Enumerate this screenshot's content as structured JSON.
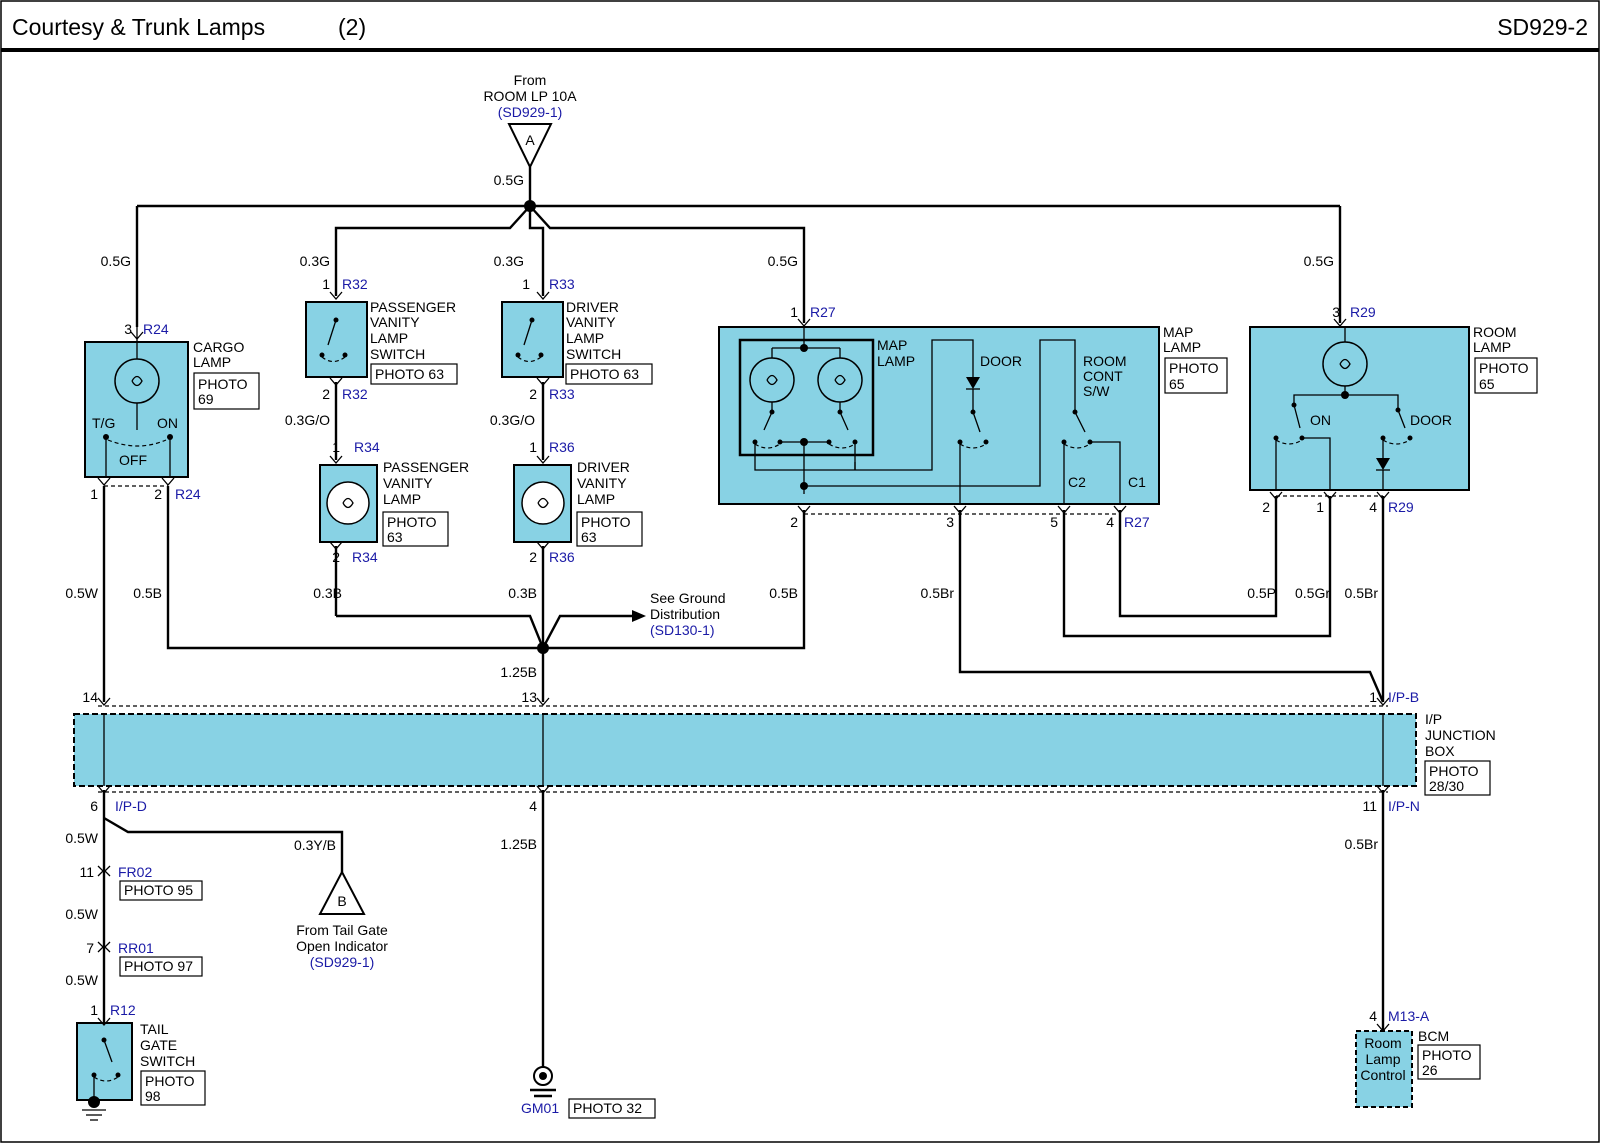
{
  "header": {
    "title": "Courtesy & Trunk Lamps",
    "page_number": "(2)",
    "code": "SD929-2"
  },
  "source_a": {
    "label": "A",
    "from_line1": "From",
    "from_line2": "ROOM LP 10A",
    "ref": "(SD929-1)",
    "wire": "0.5G"
  },
  "cargo_lamp": {
    "label_1": "CARGO",
    "label_2": "LAMP",
    "photo_1": "PHOTO",
    "photo_2": "69",
    "pin_top": "3",
    "conn": "R24",
    "pin_1": "1",
    "pin_2": "2",
    "conn_bottom": "R24",
    "sw_tg": "T/G",
    "sw_on": "ON",
    "sw_off": "OFF",
    "wire_top": "0.5G",
    "wire_1": "0.5W",
    "wire_2": "0.5B"
  },
  "pass_vanity_switch": {
    "label_1": "PASSENGER",
    "label_2": "VANITY",
    "label_3": "LAMP",
    "label_4": "SWITCH",
    "photo": "PHOTO 63",
    "pin_top": "1",
    "conn_top": "R32",
    "pin_bottom": "2",
    "conn_bottom": "R32",
    "wire_top": "0.3G",
    "wire_bottom": "0.3G/O"
  },
  "pass_vanity_lamp": {
    "label_1": "PASSENGER",
    "label_2": "VANITY",
    "label_3": "LAMP",
    "photo_1": "PHOTO",
    "photo_2": "63",
    "pin_top": "1",
    "conn_top": "R34",
    "pin_bottom": "2",
    "conn_bottom": "R34",
    "wire_bottom": "0.3B"
  },
  "drv_vanity_switch": {
    "label_1": "DRIVER",
    "label_2": "VANITY",
    "label_3": "LAMP",
    "label_4": "SWITCH",
    "photo": "PHOTO 63",
    "pin_top": "1",
    "conn_top": "R33",
    "pin_bottom": "2",
    "conn_bottom": "R33",
    "wire_top": "0.3G",
    "wire_bottom": "0.3G/O"
  },
  "drv_vanity_lamp": {
    "label_1": "DRIVER",
    "label_2": "VANITY",
    "label_3": "LAMP",
    "photo_1": "PHOTO",
    "photo_2": "63",
    "pin_top": "1",
    "conn_top": "R36",
    "pin_bottom": "2",
    "conn_bottom": "R36",
    "wire_bottom": "0.3B"
  },
  "ground_ref": {
    "line1": "See Ground",
    "line2": "Distribution",
    "ref": "(SD130-1)",
    "wire": "1.25B"
  },
  "map_lamp": {
    "label_1": "MAP",
    "label_2": "LAMP",
    "photo_1": "PHOTO",
    "photo_2": "65",
    "inner_1": "MAP",
    "inner_2": "LAMP",
    "door": "DOOR",
    "room_1": "ROOM",
    "room_2": "CONT",
    "room_3": "S/W",
    "c2": "C2",
    "c1": "C1",
    "pin_top": "1",
    "conn_top": "R27",
    "pin_2": "2",
    "pin_3": "3",
    "pin_5": "5",
    "pin_4": "4",
    "conn_bottom": "R27",
    "wire_top": "0.5G",
    "wire_2": "0.5B",
    "wire_3": "0.5Br"
  },
  "room_lamp": {
    "label_1": "ROOM",
    "label_2": "LAMP",
    "photo_1": "PHOTO",
    "photo_2": "65",
    "on": "ON",
    "door": "DOOR",
    "pin_top": "3",
    "conn_top": "R29",
    "pin_2": "2",
    "pin_1": "1",
    "pin_4": "4",
    "conn_bottom": "R29",
    "wire_top": "0.5G",
    "wire_p": "0.5P",
    "wire_gr": "0.5Gr",
    "wire_br": "0.5Br"
  },
  "junction_box": {
    "label_1": "I/P",
    "label_2": "JUNCTION",
    "label_3": "BOX",
    "photo_1": "PHOTO",
    "photo_2": "28/30",
    "pin_14": "14",
    "pin_13": "13",
    "pin_1": "1",
    "conn_top": "I/P-B",
    "pin_6": "6",
    "conn_d": "I/P-D",
    "pin_4": "4",
    "pin_11": "11",
    "conn_n": "I/P-N"
  },
  "tailgate_path": {
    "wire_1": "0.5W",
    "fr_pin": "11",
    "fr_conn": "FR02",
    "fr_photo": "PHOTO 95",
    "wire_2": "0.5W",
    "rr_pin": "7",
    "rr_conn": "RR01",
    "rr_photo": "PHOTO 97",
    "wire_3": "0.5W",
    "sw_pin": "1",
    "sw_conn": "R12",
    "sw_label_1": "TAIL",
    "sw_label_2": "GATE",
    "sw_label_3": "SWITCH",
    "sw_photo_1": "PHOTO",
    "sw_photo_2": "98"
  },
  "source_b": {
    "label": "B",
    "wire": "0.3Y/B",
    "from_line1": "From Tail Gate",
    "from_line2": "Open Indicator",
    "ref": "(SD929-1)"
  },
  "ground_gm01": {
    "wire": "1.25B",
    "name": "GM01",
    "photo": "PHOTO 32"
  },
  "bcm": {
    "wire": "0.5Br",
    "pin": "4",
    "conn": "M13-A",
    "label": "BCM",
    "inner_1": "Room",
    "inner_2": "Lamp",
    "inner_3": "Control",
    "photo_1": "PHOTO",
    "photo_2": "26"
  },
  "colors": {
    "component_fill": "#88d2e4",
    "connector_text": "#1a1aa6",
    "wire": "#000000"
  }
}
